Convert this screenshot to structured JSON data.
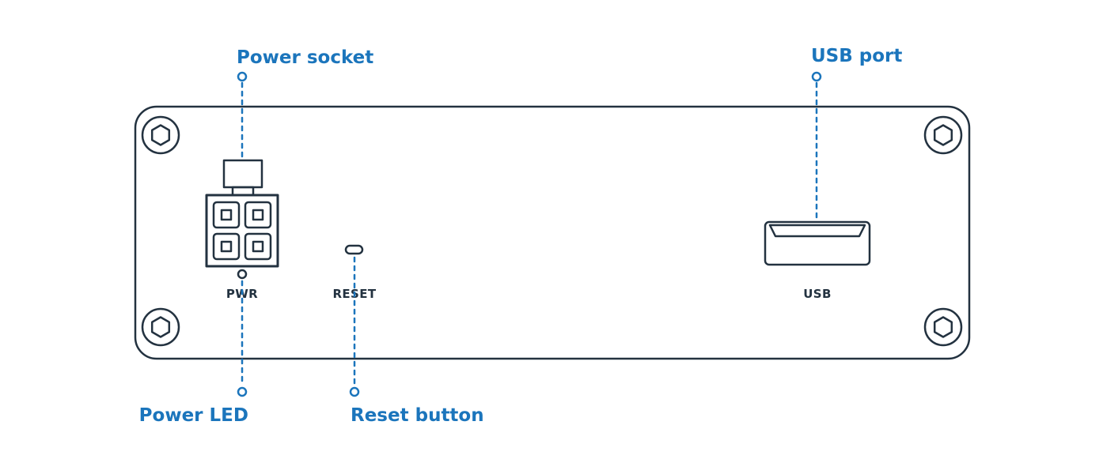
{
  "diagram": {
    "colors": {
      "accent": "#1b75bc",
      "outline": "#233240",
      "background": "#ffffff"
    },
    "callouts": {
      "power_socket": "Power socket",
      "usb_port": "USB port",
      "power_led": "Power LED",
      "reset_button": "Reset button"
    },
    "panel_labels": {
      "pwr": "PWR",
      "reset": "RESET",
      "usb": "USB"
    }
  }
}
